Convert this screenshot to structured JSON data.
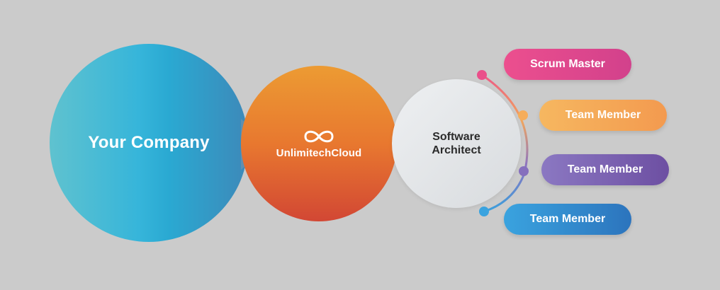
{
  "diagram": {
    "company_label": "Your Company",
    "brand": {
      "name": "UnlimitechCloud",
      "logo_icon": "infinity-icon"
    },
    "role_label_line1": "Software",
    "role_label_line2": "Architect",
    "team": [
      {
        "label": "Scrum Master",
        "color": "#e2478d"
      },
      {
        "label": "Team Member",
        "color": "#f5a957"
      },
      {
        "label": "Team Member",
        "color": "#7b62b3"
      },
      {
        "label": "Team Member",
        "color": "#338cd0"
      }
    ]
  }
}
